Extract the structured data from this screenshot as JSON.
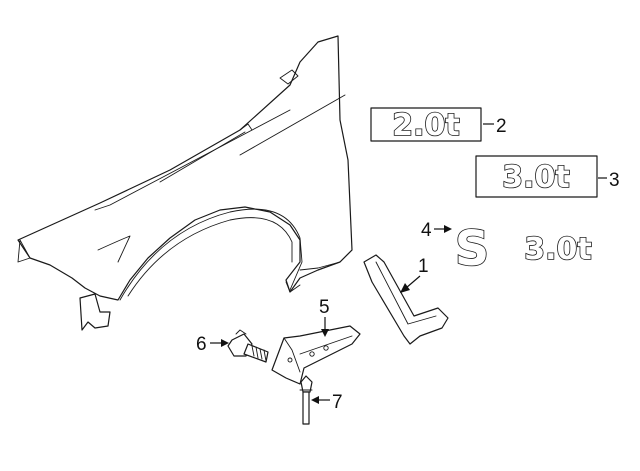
{
  "callouts": [
    {
      "id": "1"
    },
    {
      "id": "2"
    },
    {
      "id": "3"
    },
    {
      "id": "4"
    },
    {
      "id": "5"
    },
    {
      "id": "6"
    },
    {
      "id": "7"
    }
  ],
  "badges": {
    "badge_2": "2.0t",
    "badge_3": "3.0t",
    "badge_4_s": "S",
    "badge_4_text": "3.0t"
  },
  "colors": {
    "line": "#1a1a1a",
    "background": "#ffffff"
  }
}
